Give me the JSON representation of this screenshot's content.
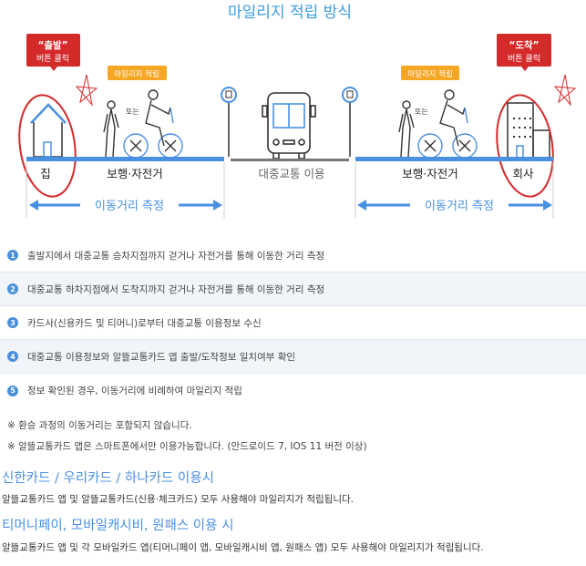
{
  "title": "마일리지 적립 방식",
  "diagram": {
    "start_badge": {
      "line1": "“출발”",
      "line2": "버튼 클릭"
    },
    "end_badge": {
      "line1": "“도착”",
      "line2": "버튼 클릭"
    },
    "mileage_tag": "마일리지 적립",
    "or_label": "또는",
    "labels": {
      "home": "집",
      "walk_bike": "보행·자전거",
      "transit": "대중교통 이용",
      "office": "회사"
    },
    "measure_label": "이동거리 측정",
    "colors": {
      "blue": "#4a90e2",
      "red": "#d32a2a",
      "orange": "#f5a623"
    }
  },
  "steps": [
    {
      "num": "1",
      "text": "출발지에서 대중교통 승차지점까지 걷거나 자전거를 통해 이동한 거리 측정"
    },
    {
      "num": "2",
      "text": "대중교통 하차지점에서 도착지까지 걷거나 자전거를 통해 이동한 거리 측정"
    },
    {
      "num": "3",
      "text": "카드사(신용카드 및 티머니)로부터 대중교통 이용정보 수신"
    },
    {
      "num": "4",
      "text": "대중교통 이용정보와 알뜰교통카드 앱 출발/도착정보 일치여부 확인"
    },
    {
      "num": "5",
      "text": "정보 확인된 경우, 이동거리에 비례하여 마일리지 적립"
    }
  ],
  "notes": [
    "※ 환승 과정의 이동거리는 포함되지 않습니다.",
    "※ 알뜰교통카드 앱은 스마트폰에서만 이용가능합니다. (안드로이드 7, IOS 11 버전 이상)"
  ],
  "sections": [
    {
      "heading": "신한카드 / 우리카드 / 하나카드 이용시",
      "text": "알뜰교통카드 앱 및 알뜰교통카드(신용·체크카드) 모두 사용해야 마일리지가 적립됩니다."
    },
    {
      "heading": "티머니페이, 모바일캐시비, 원패스 이용 시",
      "text": "알뜰교통카드 앱 및 각 모바일카드 앱(티머니페이 앱, 모바일캐시비 앱, 원패스 앱) 모두 사용해야 마일리지가 적립됩니다."
    }
  ]
}
